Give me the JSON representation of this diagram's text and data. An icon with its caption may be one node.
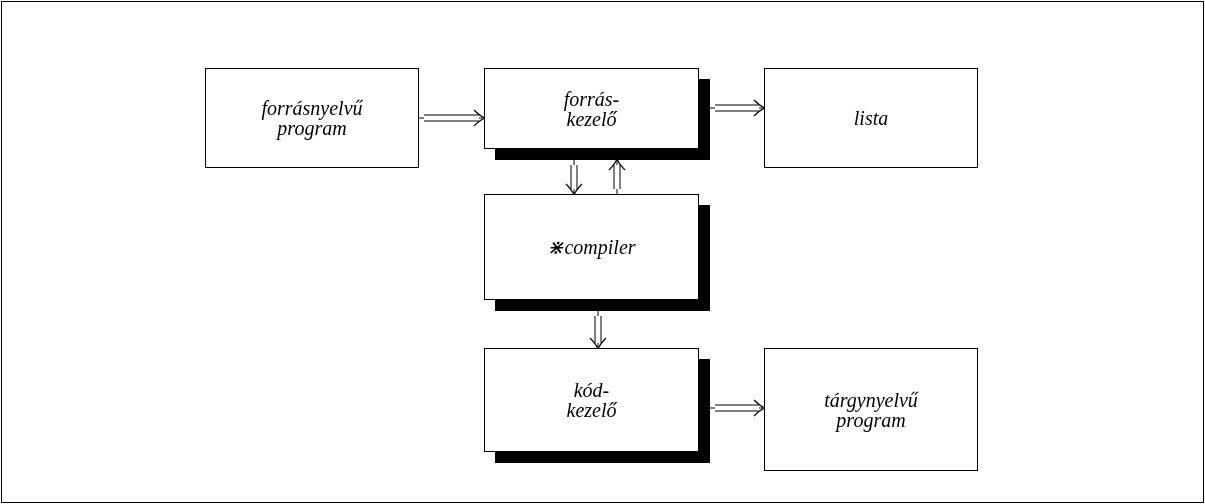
{
  "diagram": {
    "nodes": [
      {
        "text": [
          "forrásnyelvű program"
        ]
      },
      {
        "text": [
          "forrás- kezelő"
        ]
      },
      {
        "text": [
          "lista"
        ]
      },
      {
        "text": [
          "⋇compiler"
        ]
      },
      {
        "text": [
          "kód- kezelő"
        ]
      },
      {
        "text": [
          "tárgynyelvű program"
        ]
      }
    ],
    "edges": [
      {
        "from": 0,
        "to": 1,
        "arrow": "to"
      },
      {
        "from": 1,
        "to": 2,
        "arrow": "to"
      },
      {
        "from": 1,
        "to": 3,
        "arrow": "to"
      },
      {
        "from": 3,
        "to": 1,
        "arrow": "to"
      },
      {
        "from": 3,
        "to": 4,
        "arrow": "to"
      },
      {
        "from": 4,
        "to": 5,
        "arrow": "to"
      }
    ]
  }
}
